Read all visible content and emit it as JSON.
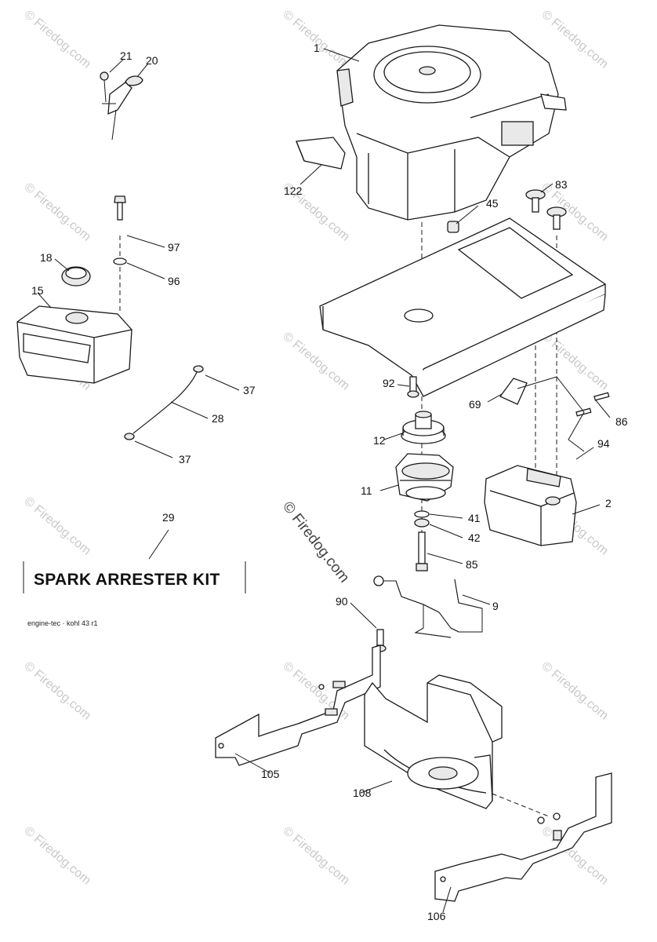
{
  "diagram": {
    "kit_label": "SPARK ARRESTER KIT",
    "reference_code": "engine-tec · kohl 43 r1",
    "watermark": "© Firedog.com",
    "callouts": {
      "c1": "1",
      "c2": "2",
      "c9": "9",
      "c11": "11",
      "c12": "12",
      "c15": "15",
      "c18": "18",
      "c20": "20",
      "c21": "21",
      "c28": "28",
      "c29": "29",
      "c37a": "37",
      "c37b": "37",
      "c41": "41",
      "c42": "42",
      "c45": "45",
      "c69": "69",
      "c83": "83",
      "c85": "85",
      "c86": "86",
      "c90": "90",
      "c92": "92",
      "c94": "94",
      "c96": "96",
      "c97": "97",
      "c105": "105",
      "c106": "106",
      "c108": "108",
      "c122": "122"
    }
  }
}
